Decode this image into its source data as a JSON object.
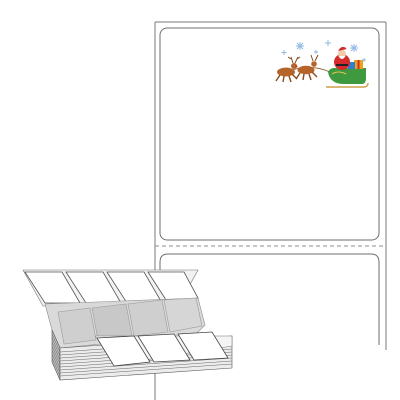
{
  "product": {
    "item": "fanfold-label",
    "orientation": "portrait",
    "label_gap": "perforated",
    "colors": {
      "liner_edge": "#7a7a7a",
      "perforation": "#8c8c8c",
      "stack_fill": "#d9d9d9",
      "stack_edge": "#555555",
      "label_fill": "#ffffff"
    }
  },
  "artwork": {
    "icon": "santa-sleigh-reindeer-icon",
    "colors": {
      "sleigh": "#3f9a3f",
      "santa_red": "#d52b2b",
      "reindeer": "#b5652a",
      "snowflake": "#8fb8e3",
      "gift": "#e8a21b"
    }
  }
}
